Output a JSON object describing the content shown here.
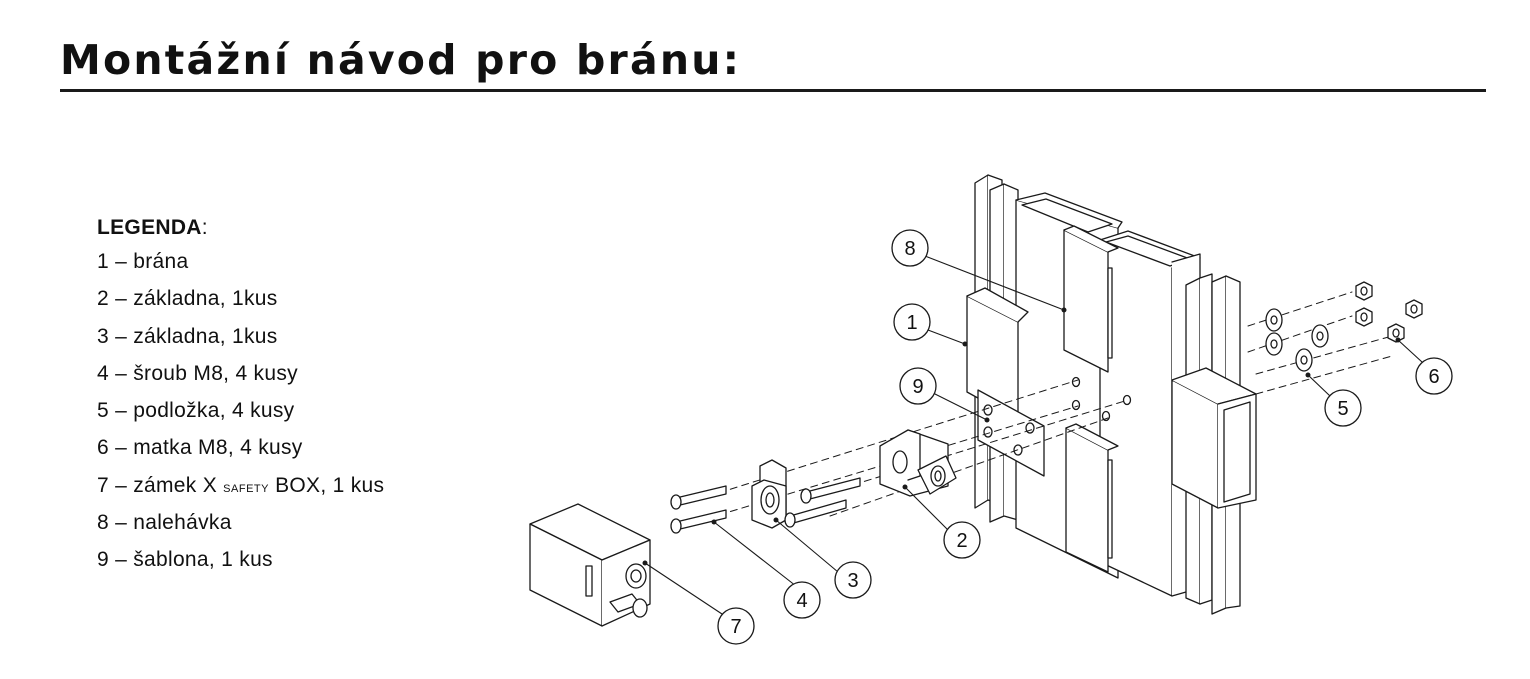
{
  "title": "Montážní návod pro bránu:",
  "legend": {
    "heading": "LEGENDA",
    "heading_colon": ":",
    "items": [
      {
        "num": "1",
        "sep": " – ",
        "text": "brána"
      },
      {
        "num": "2",
        "sep": " – ",
        "text": "základna, 1kus"
      },
      {
        "num": "3",
        "sep": " – ",
        "text": "základna, 1kus"
      },
      {
        "num": "4",
        "sep": " – ",
        "text": "šroub M8, 4 kusy"
      },
      {
        "num": "5",
        "sep": " – ",
        "text": "podložka, 4 kusy"
      },
      {
        "num": "6",
        "sep": " – ",
        "text": "matka M8, 4 kusy"
      },
      {
        "num": "7",
        "sep": " – ",
        "text": "zámek X ",
        "smallcaps": "SAFETY",
        "after": " BOX, 1 kus"
      },
      {
        "num": "8",
        "sep": " – ",
        "text": "nalehávka"
      },
      {
        "num": "9",
        "sep": " – ",
        "text": "šablona, 1 kus"
      }
    ]
  },
  "callouts": {
    "c1": "1",
    "c2": "2",
    "c3": "3",
    "c4": "4",
    "c5": "5",
    "c6": "6",
    "c7": "7",
    "c8": "8",
    "c9": "9"
  },
  "colors": {
    "line": "#1a1a1a",
    "part_fill": "#ffffff",
    "shade": "#f2f2f2"
  }
}
